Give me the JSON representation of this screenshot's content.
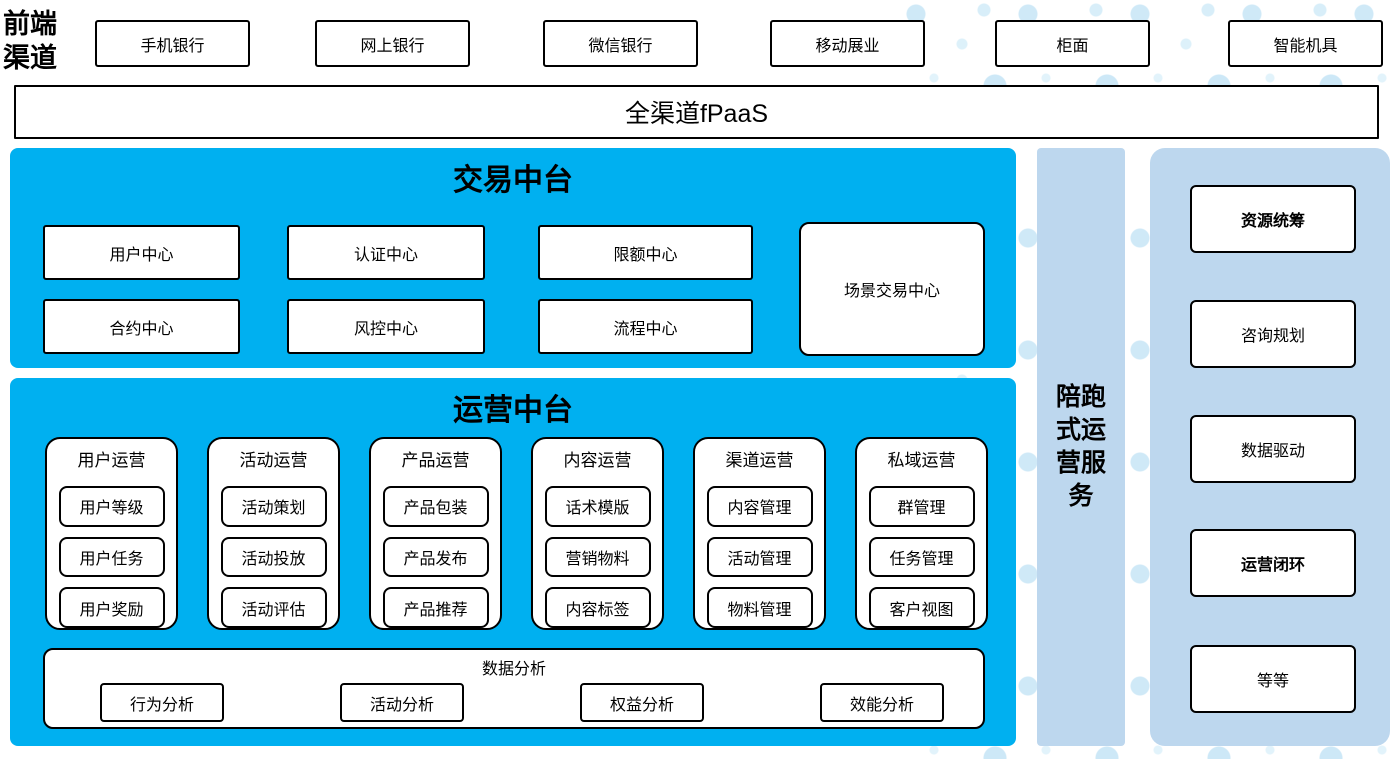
{
  "front_channels": {
    "label_line1": "前端",
    "label_line2": "渠道",
    "boxes": [
      "手机银行",
      "网上银行",
      "微信银行",
      "移动展业",
      "柜面",
      "智能机具"
    ]
  },
  "fpaas_bar": {
    "label": "全渠道fPaaS"
  },
  "trade_platform": {
    "title": "交易中台",
    "boxes": [
      "用户中心",
      "认证中心",
      "限额中心",
      "合约中心",
      "风控中心",
      "流程中心"
    ],
    "scene_box": "场景交易中心"
  },
  "ops_platform": {
    "title": "运营中台",
    "columns": [
      {
        "header": "用户运营",
        "items": [
          "用户等级",
          "用户任务",
          "用户奖励"
        ]
      },
      {
        "header": "活动运营",
        "items": [
          "活动策划",
          "活动投放",
          "活动评估"
        ]
      },
      {
        "header": "产品运营",
        "items": [
          "产品包装",
          "产品发布",
          "产品推荐"
        ]
      },
      {
        "header": "内容运营",
        "items": [
          "话术模版",
          "营销物料",
          "内容标签"
        ]
      },
      {
        "header": "渠道运营",
        "items": [
          "内容管理",
          "活动管理",
          "物料管理"
        ]
      },
      {
        "header": "私域运营",
        "items": [
          "群管理",
          "任务管理",
          "客户视图"
        ]
      }
    ],
    "analysis": {
      "title": "数据分析",
      "items": [
        "行为分析",
        "活动分析",
        "权益分析",
        "效能分析"
      ]
    }
  },
  "side_service_bar": {
    "label": "陪跑式运营服务"
  },
  "right_panel": {
    "items": [
      {
        "label": "资源统筹",
        "emphasis": "bold"
      },
      {
        "label": "咨询规划",
        "emphasis": "normal"
      },
      {
        "label": "数据驱动",
        "emphasis": "normal"
      },
      {
        "label": "运营闭环",
        "emphasis": "bold"
      },
      {
        "label": "等等",
        "emphasis": "normal"
      }
    ]
  },
  "colors": {
    "cyan_panel": "#00B0F0",
    "light_blue_panel": "#BDD7EE",
    "dot_pattern": "#CFE9F7",
    "box_border": "#000000",
    "box_fill": "#FFFFFF"
  }
}
